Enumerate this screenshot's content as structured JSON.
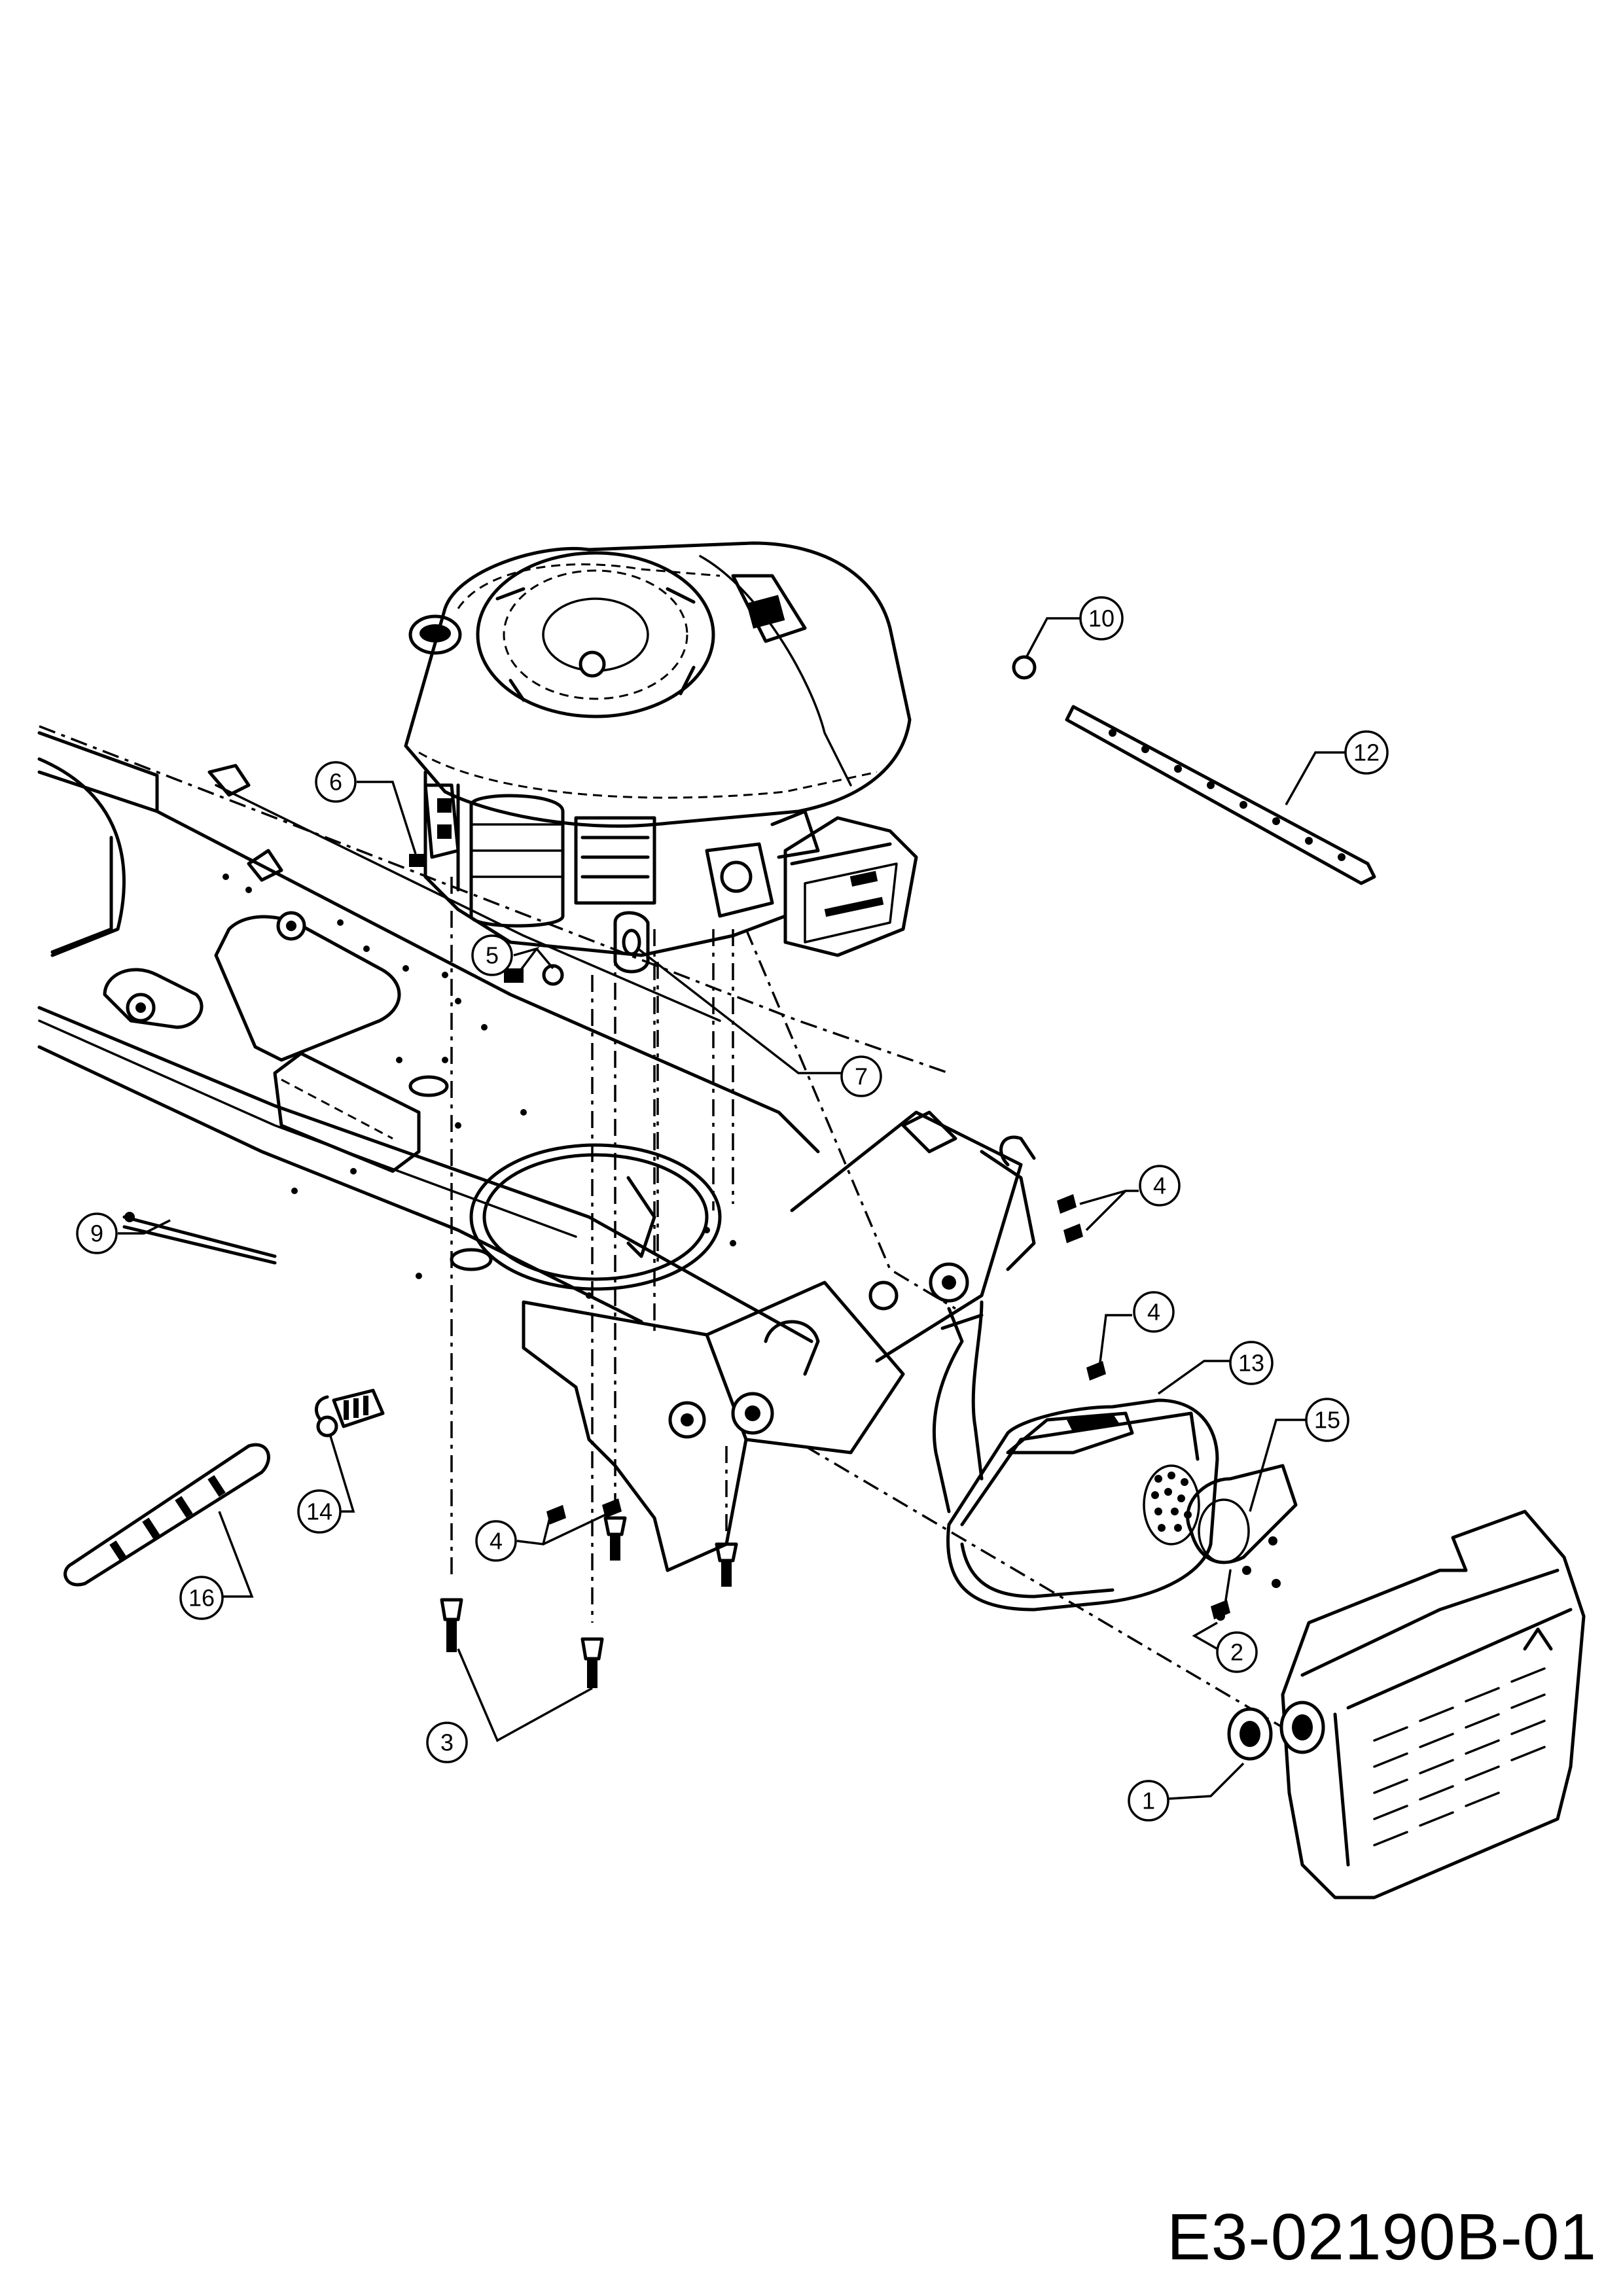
{
  "drawing_code": "E3-02190B-01",
  "callouts": [
    {
      "label": "1"
    },
    {
      "label": "2"
    },
    {
      "label": "3"
    },
    {
      "label": "4"
    },
    {
      "label": "4"
    },
    {
      "label": "4"
    },
    {
      "label": "5"
    },
    {
      "label": "6"
    },
    {
      "label": "7"
    },
    {
      "label": "9"
    },
    {
      "label": "10"
    },
    {
      "label": "12"
    },
    {
      "label": "13"
    },
    {
      "label": "14"
    },
    {
      "label": "15"
    },
    {
      "label": "16"
    }
  ]
}
